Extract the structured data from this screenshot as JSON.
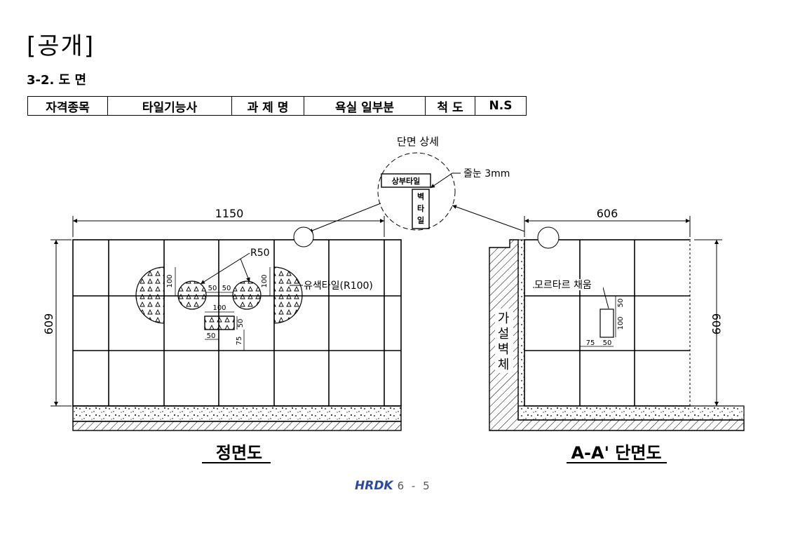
{
  "header": {
    "title": "[공개]",
    "subtitle": "3-2. 도 면"
  },
  "info_table": {
    "label1": "자격종목",
    "value1": "타일기능사",
    "label2": "과 제 명",
    "value2": "욕실 일부분",
    "label3": "척 도",
    "value3": "N.S"
  },
  "detail": {
    "title": "단면 상세",
    "upper_tile": "상부타일",
    "wall_tile_1": "벽",
    "wall_tile_2": "타",
    "wall_tile_3": "일",
    "joint": "줄눈 3mm"
  },
  "front": {
    "width_dim": "1150",
    "height_dim": "609",
    "radius": "R50",
    "color_tile": "유색타일(R100)",
    "d100a": "100",
    "d100b": "100",
    "d50a": "50",
    "d50b": "50",
    "d100c": "100",
    "d50c": "50",
    "d50d": "50",
    "d75": "75",
    "label": "정면도"
  },
  "section": {
    "width_dim": "606",
    "height_dim": "609",
    "mortar": "모르타르 채움",
    "d50": "50",
    "d100": "100",
    "d75": "75",
    "d50b": "50",
    "wall1": "가",
    "wall2": "설",
    "wall3": "벽",
    "wall4": "체",
    "label": "A-A' 단면도"
  },
  "footer": {
    "logo": "HRDK",
    "page": "6 - 5"
  }
}
